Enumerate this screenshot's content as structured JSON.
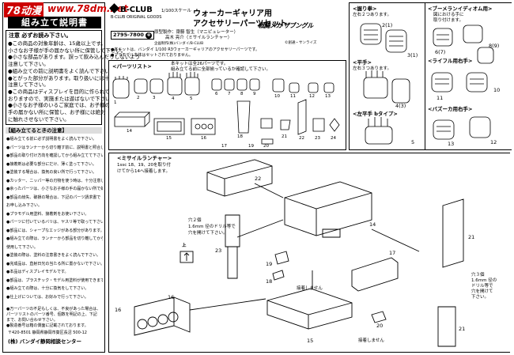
{
  "watermark": {
    "logo": "78动漫",
    "url": "www.78dm.net"
  },
  "instruction_title": "組み立て説明書",
  "caution": {
    "heading": "注意 必ずお読み下さい。",
    "lines": [
      "●この商品の対象年齢は、15歳以上です。",
      "小さなお子様が手の届かない所に保管して下さい。",
      "●小さな部品があります。誤って飲み込んだりしないよう",
      "注意して下さい。",
      "●組み立ての前に説明書をよく読んで下さい。",
      "●とがった部分があります。取り扱いには十分",
      "注意して下さい。",
      "●この商品はディスプレイを目的に作られて",
      "おりますので、実施または遊ばないで下さい。",
      "●小さなお子様のいるご家庭では、お子様の",
      "手の届かない所に保管し、お子様には絶対",
      "に触れさせないで下さい。"
    ]
  },
  "warning_heading": "【組み立てるときの注意】",
  "warning_lines": [
    "●組み立てる前に必ず説明書をよく読んで下さい。",
    "●パーツはランナーから切り離す前に、説明書と照合して下さい。",
    "●部品の取り付け方向を確認してから組み立てて下さい。",
    "●接着剤は必要な部分にだけ、薄く塗って下さい。",
    "●塗装する場合は、換気の良い所で行って下さい。",
    "●カッター、ニッパー等の刃物を使う時は、十分注意して下さい。",
    "●余ったパーツは、小さなお子様の手の届かない所で処分して下さい。",
    "●部品の紛失、破損の場合は、下記のパーツ請求書で",
    "お申し込み下さい。",
    "●プラモデル用塗料、接着剤をお使い下さい。",
    "●パーツに付いているバリは、ヤスリ等で取って下さい。",
    "●部品には、シャープなエッジがある部分があります。",
    "●組み立ての際は、ランナーから部品を切り離してから",
    "使用して下さい。",
    "●塗装の際は、塗料の注意書きをよく読んで下さい。",
    "●完成品は、直射日光の当たる所に置かないで下さい。",
    "●本品はディスプレイモデルです。",
    "●部品は、プラスチック・モデル用塗料が使用できます。",
    "●組み立ての際は、十分に換気をして下さい。",
    "●仕上げについては、お好みで行って下さい。"
  ],
  "parts_request": {
    "lines": [
      "●万一パーツの不足もしくは、不良があった場合は、",
      "パーツリストのパーツ番号、個数を明記の上、下記",
      "まで、お問い合わせ下さい。",
      "●製造番号は箱の側面に記載されております。"
    ]
  },
  "address": {
    "postal": "〒420-8501 静岡県静岡市葵区長沼 500-12",
    "company": "(株) バンダイ静岡相談センター"
  },
  "header": {
    "brand": "B-CLUB",
    "brand_sub": "B-CLUB ORIGINAL GOODS",
    "scale": "1/100スケール",
    "title_line1": "ウォーカーギャリア用",
    "title_line2": "アクセサリーパーツセット",
    "product_code": "2795-7800",
    "code_badge": "※",
    "credits_line1": "原型製作：齋藤 智生（マニピュレーター）",
    "credits_line2": "高木 亮介（ミサイルランチャー）",
    "credits_line3": "企画制作(株)バンダイ/B-CLUB",
    "series_logo": "戦闘メカ ザブングル",
    "copyright": "©創通・サンライズ"
  },
  "notes": [
    "●本キットは、バンダイ 1/100 R3ウォーカーギャリアのアクセサリーパーツです。",
    "●プラモデル本体はセットされておりません。"
  ],
  "parts_list": {
    "heading": "<パーツリスト>",
    "note_line1": "本キットは全26パーツです。",
    "note_line2": "組み立てる前に全部揃っているか確認して下さい。",
    "numbers": [
      "1",
      "2",
      "3",
      "4",
      "5",
      "6",
      "7",
      "8",
      "9",
      "10",
      "11",
      "12",
      "13",
      "14",
      "15",
      "16",
      "17",
      "18",
      "19",
      "20",
      "21",
      "22",
      "23",
      "24"
    ]
  },
  "missile": {
    "heading": "<ミサイルランチャー>",
    "desc_line1": "1ssc 18、19、20を取り付",
    "desc_line2": "けてから14へ接着します。",
    "hole_note1": "穴２個",
    "hole_note2": "1.6mm 径のドリル等で",
    "hole_note3": "穴を開けて下さい。",
    "hole_note_r1": "穴３個",
    "hole_note_r2": "1.6mm 径の",
    "hole_note_r3": "ドリル等で",
    "hole_note_r4": "穴を開けて",
    "hole_note_r5": "下さい。",
    "no_glue1": "接着しません",
    "no_glue2": "接着しません",
    "up_label": "上",
    "part_labels": [
      "22",
      "14",
      "23",
      "19",
      "18",
      "15",
      "16",
      "17",
      "21",
      "20",
      "16",
      "21"
    ]
  },
  "right_panel": {
    "fist_heading": "<握り拳>",
    "fist_sub": "左右２つあります。",
    "boomerang_heading": "<ブーメランイディオム用>",
    "boomerang_sub1": "図における手に",
    "boomerang_sub2": "取り付けます。",
    "flat_heading": "<平手>",
    "flat_sub": "左右３つあります。",
    "rifle_heading": "<ライフル用右手>",
    "open_heading": "<左平手 bタイプ>",
    "bazooka_heading": "<バズーカ用右手>",
    "fist_labels": [
      "2(1)",
      "3(1)"
    ],
    "boomerang_labels": [
      "6(7)",
      "8(9)"
    ],
    "flat_labels": [
      "4(3)"
    ],
    "rifle_labels": [
      "11",
      "10"
    ],
    "open_labels": [
      "5"
    ],
    "bazooka_labels": [
      "13",
      "12"
    ]
  }
}
